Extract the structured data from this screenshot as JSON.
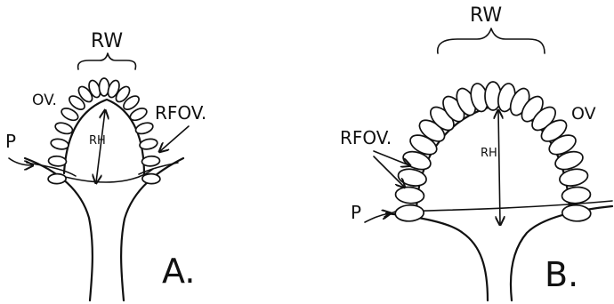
{
  "panels": {
    "a": {
      "letter": "A.",
      "labels": {
        "rw": "RW",
        "ov": "OV.",
        "rfov": "RFOV.",
        "p": "P",
        "rh": "RH"
      }
    },
    "b": {
      "letter": "B.",
      "labels": {
        "rw": "RW",
        "ov": "OV",
        "rfov": "RFOV.",
        "p": "P",
        "rh": "RH"
      }
    }
  }
}
